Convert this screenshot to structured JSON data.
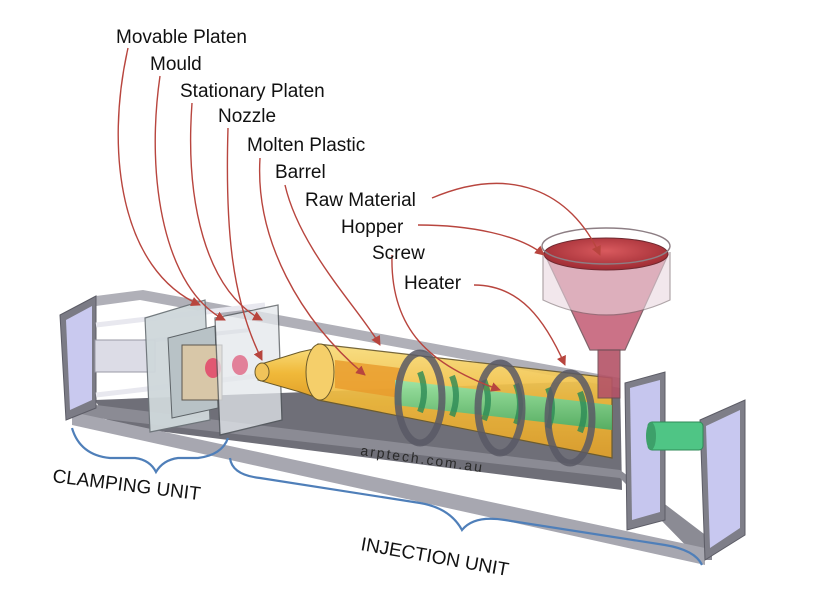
{
  "labels": {
    "movable_platen": "Movable Platen",
    "mould": "Mould",
    "stationary_platen": "Stationary Platen",
    "nozzle": "Nozzle",
    "molten_plastic": "Molten Plastic",
    "barrel": "Barrel",
    "raw_material": "Raw Material",
    "hopper": "Hopper",
    "screw": "Screw",
    "heater": "Heater"
  },
  "sections": {
    "clamping_unit": "CLAMPING UNIT",
    "injection_unit": "INJECTION UNIT"
  },
  "watermark": "arptech.com.au",
  "colors": {
    "leader_line": "#b8453e",
    "brace": "#4f7fb9",
    "frame": "#8f8f98",
    "barrel": "#f2c14a",
    "raw_material": "#c0393f",
    "screw": "#5fd08c"
  }
}
